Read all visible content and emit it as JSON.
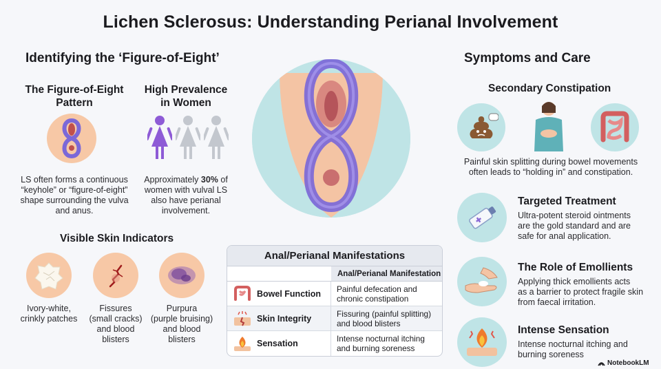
{
  "title": "Lichen Sclerosus: Understanding Perianal Involvement",
  "left": {
    "heading": "Identifying the ‘Figure-of-Eight’",
    "pattern": {
      "title_line1": "The Figure-of-Eight",
      "title_line2": "Pattern",
      "text_lines": [
        "LS often forms a continuous",
        "“keyhole” or “figure-of-eight”",
        "shape surrounding the vulva",
        "and anus."
      ]
    },
    "prevalence": {
      "title_line1": "High Prevalence",
      "title_line2": "in Women",
      "text_line1_pre": "Approximately ",
      "text_line1_bold": "30%",
      "text_line1_post": " of",
      "text_lines_rest": [
        "women with vulval LS",
        "also have perianal",
        "involvement."
      ]
    },
    "skin": {
      "heading": "Visible Skin Indicators",
      "items": [
        {
          "lines": [
            "Ivory-white,",
            "crinkly patches"
          ]
        },
        {
          "lines": [
            "Fissures",
            "(small cracks)",
            "and blood",
            "blisters"
          ]
        },
        {
          "lines": [
            "Purpura",
            "(purple bruising)",
            "and blood",
            "blisters"
          ]
        }
      ]
    }
  },
  "table": {
    "title": "Anal/Perianal Manifestations",
    "column_header": "Anal/Perianal Manifestation",
    "rows": [
      {
        "label": "Bowel Function",
        "value": "Painful defecation and chronic constipation",
        "icon": "intestine-icon"
      },
      {
        "label": "Skin Integrity",
        "value": "Fissuring (painful splitting) and blood blisters",
        "icon": "skin-crack-icon"
      },
      {
        "label": "Sensation",
        "value": "Intense nocturnal itching and burning soreness",
        "icon": "fire-icon"
      }
    ]
  },
  "right": {
    "heading": "Symptoms and Care",
    "constipation": {
      "title": "Secondary Constipation",
      "text_lines": [
        "Painful skin splitting during bowel movements",
        "often leads to “holding in” and constipation."
      ]
    },
    "treatment": {
      "title": "Targeted Treatment",
      "text_lines": [
        "Ultra-potent steroid ointments",
        "are the gold standard and are",
        "safe for anal application."
      ]
    },
    "emollients": {
      "title": "The Role of Emollients",
      "text_lines": [
        "Applying thick emollients acts",
        "as a barrier to protect fragile skin",
        "from faecal irritation."
      ]
    },
    "sensation": {
      "title": "Intense Sensation",
      "text_lines": [
        "Intense nocturnal itching and",
        "burning soreness"
      ]
    }
  },
  "footer": {
    "brand": "NotebookLM"
  },
  "colors": {
    "peach": "#f7c8a6",
    "aqua": "#bfe4e6",
    "purple": "#7b68d8",
    "red": "#c0392b"
  }
}
